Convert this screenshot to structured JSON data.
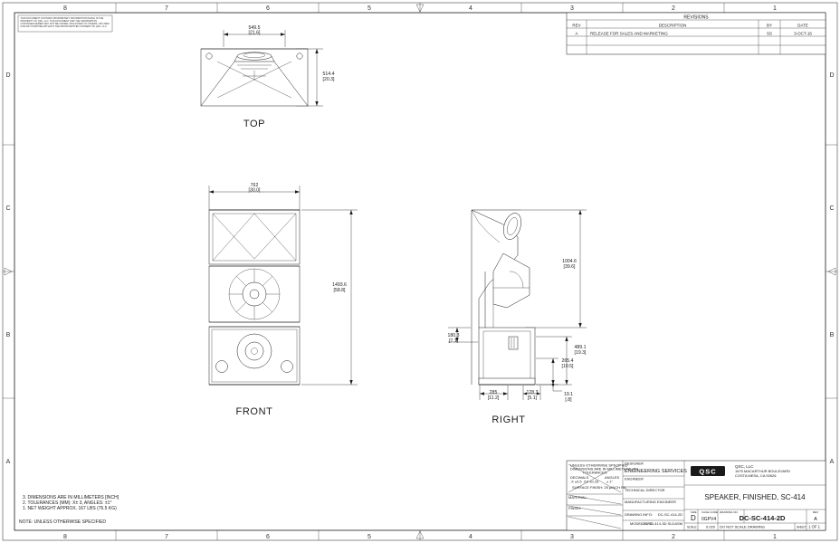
{
  "sheet": {
    "zones_horizontal": [
      "8",
      "7",
      "6",
      "5",
      "4",
      "3",
      "2",
      "1"
    ],
    "zones_vertical": [
      "D",
      "C",
      "B",
      "A"
    ],
    "proprietary_notice": "THIS DOCUMENT CONTAINS PROPRIETARY INFORMATION WHICH IS THE PROPERTY OF QSC, LLC. THIS DOCUMENT AND THE INFORMATION CONTAINED HEREIN MAY NOT BE COPIED, DISCLOSED TO OTHERS, OR USED FOR ANY PURPOSE WITHOUT THE PRIOR WRITTEN CONSENT OF QSC, LLC."
  },
  "revisions": {
    "title": "REVISIONS",
    "headers": [
      "REV",
      "DESCRIPTION",
      "BY",
      "DATE"
    ],
    "rows": [
      {
        "rev": "A",
        "description": "RELEASE FOR SALES AND MARKETING",
        "by": "SS",
        "date": "3-OCT-16"
      },
      {
        "rev": "",
        "description": "",
        "by": "",
        "date": ""
      },
      {
        "rev": "",
        "description": "",
        "by": "",
        "date": ""
      }
    ]
  },
  "views": [
    {
      "name": "TOP",
      "label": "TOP"
    },
    {
      "name": "FRONT",
      "label": "FRONT"
    },
    {
      "name": "RIGHT",
      "label": "RIGHT"
    }
  ],
  "dimensions": {
    "top_width": {
      "mm": "549.5",
      "inch": "[21.6]"
    },
    "top_depth": {
      "mm": "514.4",
      "inch": "[20.3]"
    },
    "front_width": {
      "mm": "762",
      "inch": "[30.0]"
    },
    "front_height": {
      "mm": "1493.6",
      "inch": "[58.8]"
    },
    "right_height": {
      "mm": "1004.6",
      "inch": "[39.6]"
    },
    "right_lip": {
      "mm": "180.3",
      "inch": "[7.1]"
    },
    "right_depth": {
      "mm": "489.1",
      "inch": "[19.3]"
    },
    "right_base": {
      "mm": "265.4",
      "inch": "[10.5]"
    },
    "base_a": {
      "mm": "285",
      "inch": "[11.2]"
    },
    "base_b": {
      "mm": "128.3",
      "inch": "[5.1]"
    },
    "base_c": {
      "mm": "19.1",
      "inch": "[.8]"
    }
  },
  "notes": {
    "lines": [
      "3. DIMENSIONS ARE IN MILLIMETERS [INCH]",
      "2. TOLERANCES (MM): X± 3, ANGLES: ±1°",
      "1. NET WEIGHT APPROX. 167 LBS (76.5 KG)"
    ],
    "footer": "NOTE: UNLESS OTHERWISE SPECIFIED"
  },
  "title_block": {
    "spec_note": {
      "l1": "UNLESS OTHERWISE SPECIFIED",
      "l2": "DIMENSIONS ARE IN MILLIMETERS [IN]",
      "l3": "TOLERANCES",
      "l4a": "DECIMALS",
      "l4b": "ANGLES",
      "l5a": ".X  ±0.5    .XX  ±0.25",
      "l5b": "± 1°",
      "l6": "SURFACE FINISH: 25 µINCH RA"
    },
    "material_label": "MATERIAL:",
    "finish_label": "FINISH:",
    "approvals": [
      {
        "role": "DESIGNER",
        "value": "ENGINEERING SERVICES"
      },
      {
        "role": "ENGINEER",
        "value": ""
      },
      {
        "role": "TECHNICAL DIRECTOR",
        "value": ""
      },
      {
        "role": "MANUFACTURING ENGINEER",
        "value": ""
      }
    ],
    "info_rows": [
      {
        "label": "DRAWING INFO:",
        "value": "DC-SC-414-2D"
      },
      {
        "label": "MODEL INFO:",
        "value": "DC-SC-414-3D.SLDASM"
      }
    ],
    "company": {
      "logo": "QSC",
      "name": "QSC, LLC",
      "address_1": "1675 MACARTHUR BOULEVARD",
      "address_2": "COSTA MESA, CA  92626"
    },
    "drawing_title": "SPEAKER, FINISHED, SC-414",
    "size_label": "SIZE",
    "size_value": "D",
    "cage_label": "CAGE CODE",
    "cage_value": "0GPV4",
    "drawing_no_label": "DRAWING NO.",
    "drawing_no_value": "DC-SC-414-2D",
    "rev_label": "REV",
    "rev_value": "A",
    "scale_label": "SCALE:",
    "scale_value": "0.020",
    "scale_note": "DO NOT SCALE DRAWING",
    "sheet_label": "SHEET:",
    "sheet_value": "1 OF 1"
  }
}
